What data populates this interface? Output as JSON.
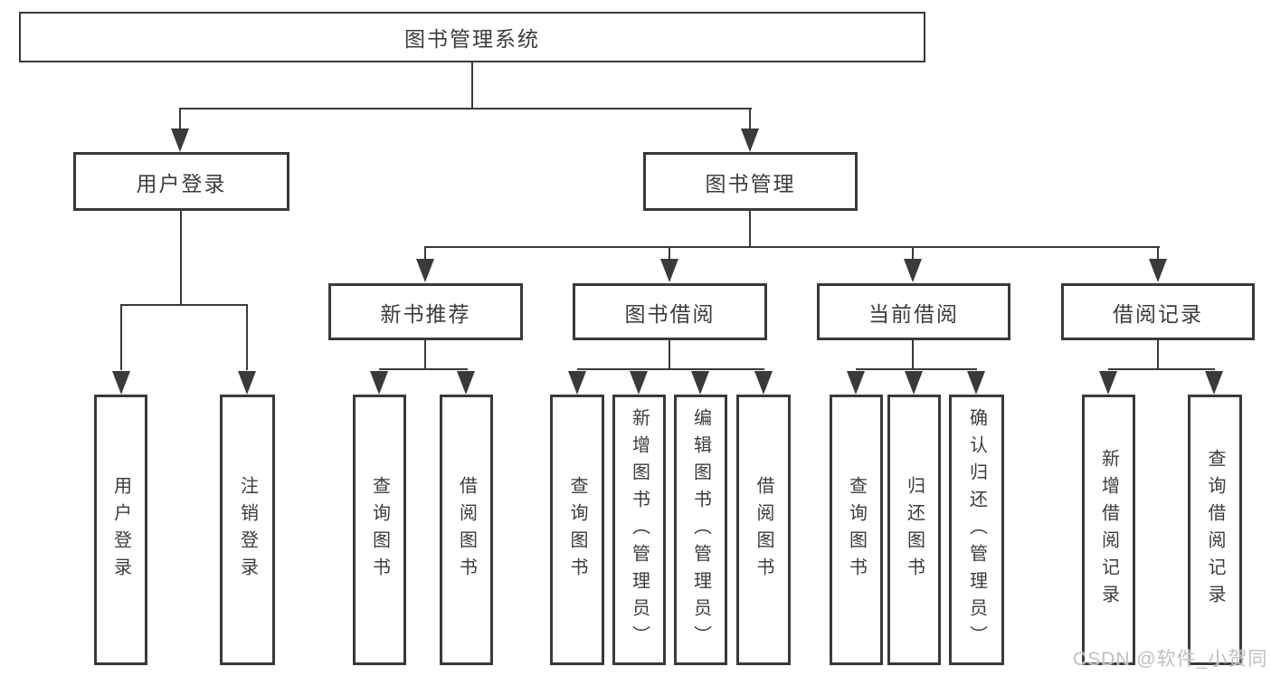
{
  "tree": {
    "root": "图书管理系统",
    "level2": [
      "用户登录",
      "图书管理"
    ],
    "login_children": [
      "用户登录",
      "注销登录"
    ],
    "level3": [
      "新书推荐",
      "图书借阅",
      "当前借阅",
      "借阅记录"
    ],
    "recommend_children": [
      "查询图书",
      "借阅图书"
    ],
    "borrow_children": [
      "查询图书",
      "新增图书（管理员）",
      "编辑图书（管理员）",
      "借阅图书"
    ],
    "current_children": [
      "查询图书",
      "归还图书",
      "确认归还（管理员）"
    ],
    "record_children": [
      "新增借阅记录",
      "查询借阅记录"
    ]
  },
  "watermark": "CSDN @软件_小贺同学",
  "colors": {
    "line": "#3a3a3a",
    "text": "#3c3c3c",
    "background": "#ffffff",
    "watermark": "#c0c0c0"
  }
}
